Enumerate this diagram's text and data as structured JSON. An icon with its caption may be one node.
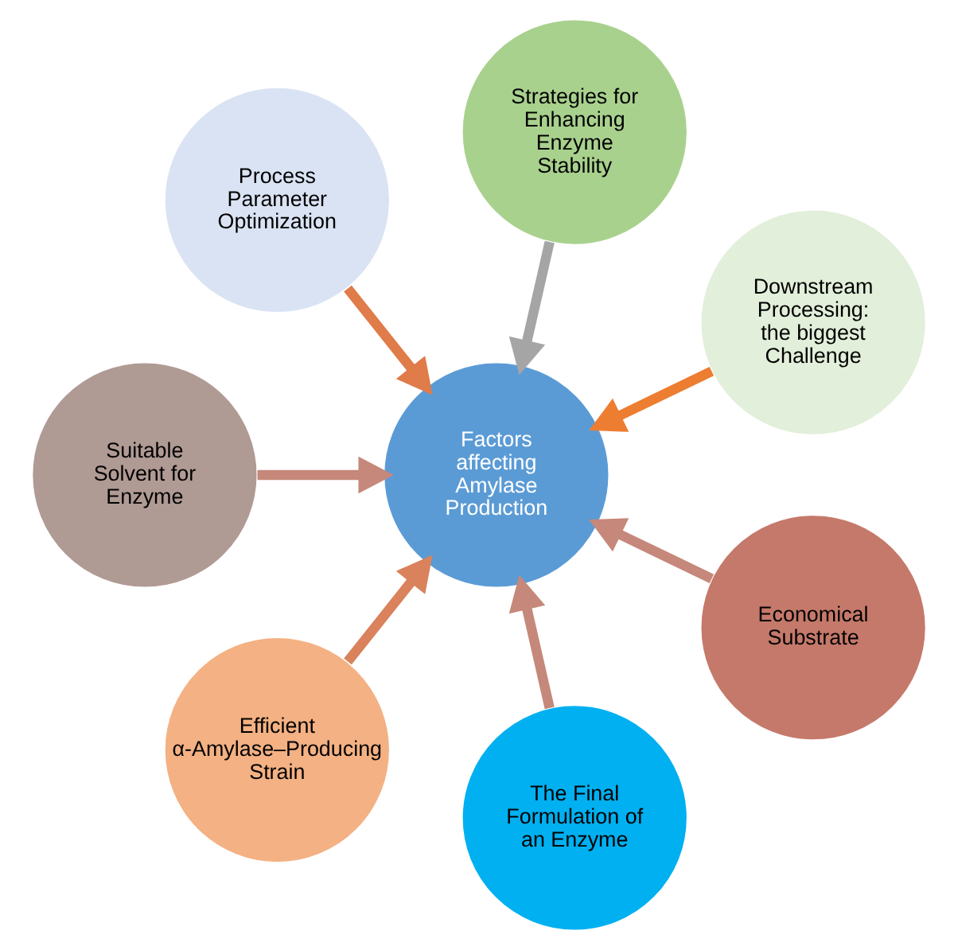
{
  "diagram": {
    "nodes": [
      {
        "text": [
          "Downstream Processing: the biggest Challenge"
        ]
      },
      {
        "text": [
          "Strategies for Enhancing Enzyme Stability"
        ]
      },
      {
        "text": [
          "Process Parameter Optimization"
        ]
      },
      {
        "text": [
          "Factors affecting Amylase Production"
        ]
      },
      {
        "text": [
          "Suitable Solvent for Enzyme"
        ]
      },
      {
        "text": [
          "Efficient α-Amylase–Producing Strain"
        ]
      },
      {
        "text": [
          "The Final Formulation of an Enzyme"
        ]
      },
      {
        "text": [
          "Economical Substrate"
        ]
      }
    ],
    "edges": [
      {
        "from": 0,
        "to": 3,
        "arrow": "to",
        "color": "#ed7d31"
      },
      {
        "from": 1,
        "to": 3,
        "arrow": "to",
        "color": "#a5a5a5"
      },
      {
        "from": 2,
        "to": 3,
        "arrow": "to",
        "color": "#e07b4a"
      },
      {
        "from": 4,
        "to": 3,
        "arrow": "to"
      },
      {
        "from": 5,
        "to": 3,
        "arrow": "to",
        "color": "#d9825b"
      },
      {
        "from": 6,
        "to": 3,
        "arrow": "to"
      },
      {
        "from": 7,
        "to": 3,
        "arrow": "to"
      }
    ]
  }
}
